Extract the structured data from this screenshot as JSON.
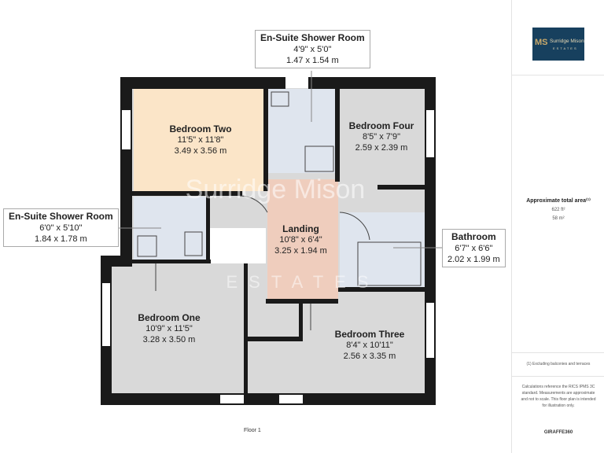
{
  "rooms": [
    {
      "name": "Bedroom Two",
      "imperial": "11'5\" x 11'8\"",
      "metric": "3.49 x 3.56 m"
    },
    {
      "name": "Bedroom Four",
      "imperial": "8'5\" x 7'9\"",
      "metric": "2.59 x 2.39 m"
    },
    {
      "name": "Landing",
      "imperial": "10'8\" x 6'4\"",
      "metric": "3.25 x 1.94 m"
    },
    {
      "name": "Bedroom One",
      "imperial": "10'9\" x 11'5\"",
      "metric": "3.28 x 3.50 m"
    },
    {
      "name": "Bedroom Three",
      "imperial": "8'4\" x 10'11\"",
      "metric": "2.56 x 3.35 m"
    }
  ],
  "callouts": [
    {
      "name": "En-Suite Shower Room",
      "imperial": "4'9\" x 5'0\"",
      "metric": "1.47 x 1.54 m"
    },
    {
      "name": "En-Suite Shower Room",
      "imperial": "6'0\" x 5'10\"",
      "metric": "1.84 x 1.78 m"
    },
    {
      "name": "Bathroom",
      "imperial": "6'7\" x 6'6\"",
      "metric": "2.02 x 1.99 m"
    }
  ],
  "floor_label": "Floor 1",
  "watermark": {
    "line1": "Surridge Mison",
    "line2": "ESTATES"
  },
  "panel": {
    "logo_line1": "Surridge Mison",
    "logo_line2": "ESTATES",
    "area_title": "Approximate total area⁽¹⁾",
    "area_ft": "622 ft²",
    "area_m": "58 m²",
    "footnote": "(1) Excluding balconies and terraces",
    "disclaimer": "Calculations reference the RICS IPMS 3C standard. Measurements are approximate and not to scale. This floor plan is intended for illustration only.",
    "brand": "GIRAFFE360"
  },
  "colors": {
    "wall": "#1a1a1a",
    "bedroom": "#d9d9d9",
    "bedroom_two": "#fbe5c8",
    "bath": "#dfe5ee",
    "landing": "#efcdbd",
    "brand": "#17405e"
  }
}
